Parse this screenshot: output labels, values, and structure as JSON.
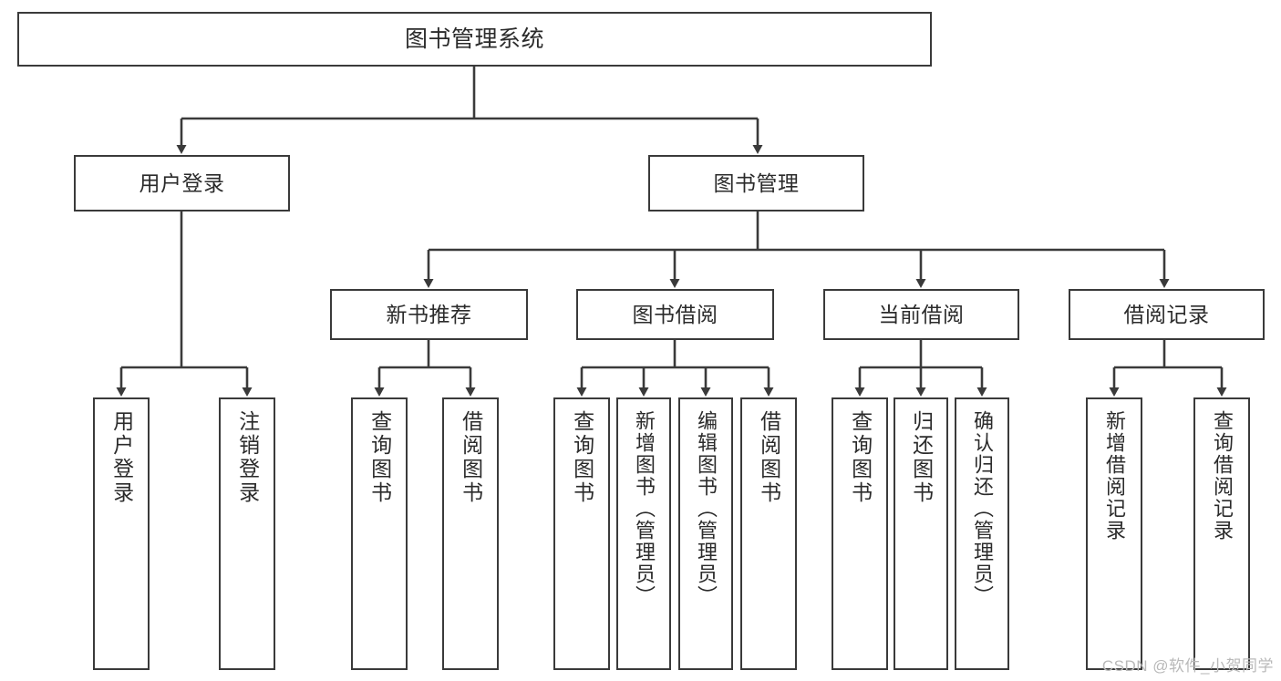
{
  "diagram": {
    "type": "tree-hierarchy-chart",
    "title": "图书管理系统",
    "stroke_color": "#3a3a3a",
    "background_color": "#ffffff",
    "text_color": "#2b2b2b"
  },
  "root": {
    "label": "图书管理系统"
  },
  "level2": [
    {
      "label": "用户登录"
    },
    {
      "label": "图书管理"
    }
  ],
  "level3": [
    {
      "label": "新书推荐"
    },
    {
      "label": "图书借阅"
    },
    {
      "label": "当前借阅"
    },
    {
      "label": "借阅记录"
    }
  ],
  "leaves": {
    "user_login": [
      {
        "label": "用户登录"
      },
      {
        "label": "注销登录"
      }
    ],
    "new_book_recommend": [
      {
        "label": "查询图书"
      },
      {
        "label": "借阅图书"
      }
    ],
    "book_borrow": [
      {
        "label": "查询图书"
      },
      {
        "label": "新增图书（管理员）"
      },
      {
        "label": "编辑图书（管理员）"
      },
      {
        "label": "借阅图书"
      }
    ],
    "current_borrow": [
      {
        "label": "查询图书"
      },
      {
        "label": "归还图书"
      },
      {
        "label": "确认归还（管理员）"
      }
    ],
    "borrow_record": [
      {
        "label": "新增借阅记录"
      },
      {
        "label": "查询借阅记录"
      }
    ]
  },
  "watermark": {
    "text": "CSDN @软件_小贺同学"
  }
}
